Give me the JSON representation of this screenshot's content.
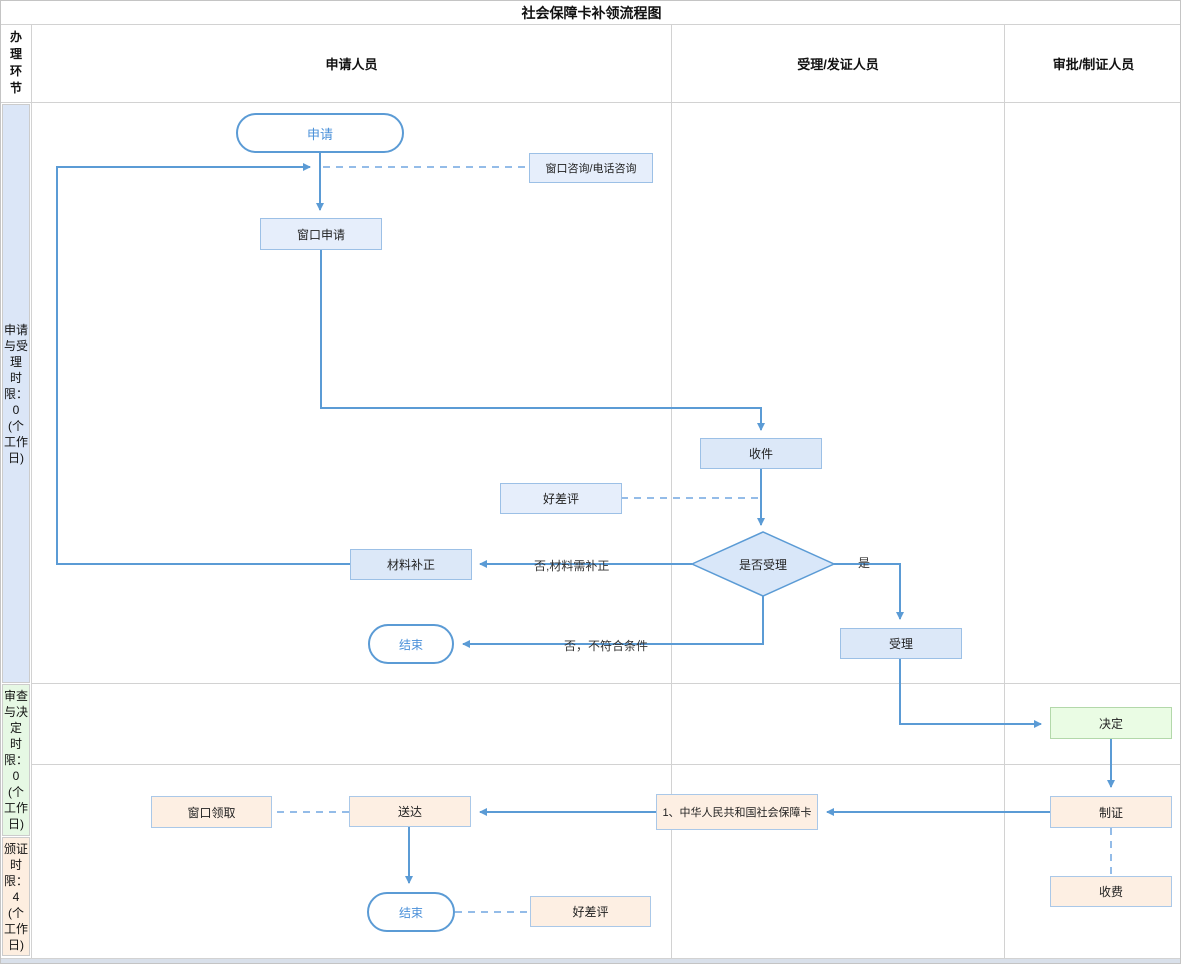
{
  "title": "社会保障卡补领流程图",
  "header": {
    "stage_col": "办理环节",
    "lanes": [
      "申请人员",
      "受理/发证人员",
      "审批/制证人员"
    ]
  },
  "sidebar": {
    "rows": [
      {
        "label": "申请\n与受\n理\n时\n限：\n0\n(个\n工作\n日)"
      },
      {
        "label": "审查\n与决\n定\n时\n限：\n0\n(个\n工作\n日)"
      },
      {
        "label": "颁证\n时\n限：\n4\n(个\n工作\n日)"
      }
    ]
  },
  "nodes": {
    "apply_start": {
      "label": "申请"
    },
    "window_consult": {
      "label": "窗口咨询/电话咨询"
    },
    "window_apply": {
      "label": "窗口申请"
    },
    "receive": {
      "label": "收件"
    },
    "review_upper": {
      "label": "好差评"
    },
    "accept_decision": {
      "label": "是否受理"
    },
    "material_fix": {
      "label": "材料补正"
    },
    "end_upper": {
      "label": "结束"
    },
    "accept": {
      "label": "受理"
    },
    "decide": {
      "label": "决定"
    },
    "make_card": {
      "label": "制证"
    },
    "charge": {
      "label": "收费"
    },
    "card_result": {
      "label": "1、中华人民共和国社会保障卡"
    },
    "deliver": {
      "label": "送达"
    },
    "window_pickup": {
      "label": "窗口领取"
    },
    "end_lower": {
      "label": "结束"
    },
    "review_lower": {
      "label": "好差评"
    }
  },
  "edge_labels": {
    "no_fix": "否,材料需补正",
    "yes": "是",
    "no_reject": "否，不符合条件"
  },
  "colors": {
    "line-blue": "#5b9bd5",
    "dash-blue": "#94bce8",
    "pill-text": "#4a90d9",
    "box-blue-fill": "#e6eefb",
    "box-blue2-fill": "#dce8f8",
    "box-blue-border": "#9cc0e6",
    "box-orange-fill": "#fdefe3",
    "box-orange-border": "#aac8e8",
    "box-green-fill": "#eafce4",
    "box-green-border": "#b3d8aa",
    "diamond-fill": "#d9e7f9",
    "side-blue": "#dbe6f7",
    "side-green": "#e6f8e4",
    "side-orange": "#fdeee0",
    "strip": "#d9e0ea"
  }
}
